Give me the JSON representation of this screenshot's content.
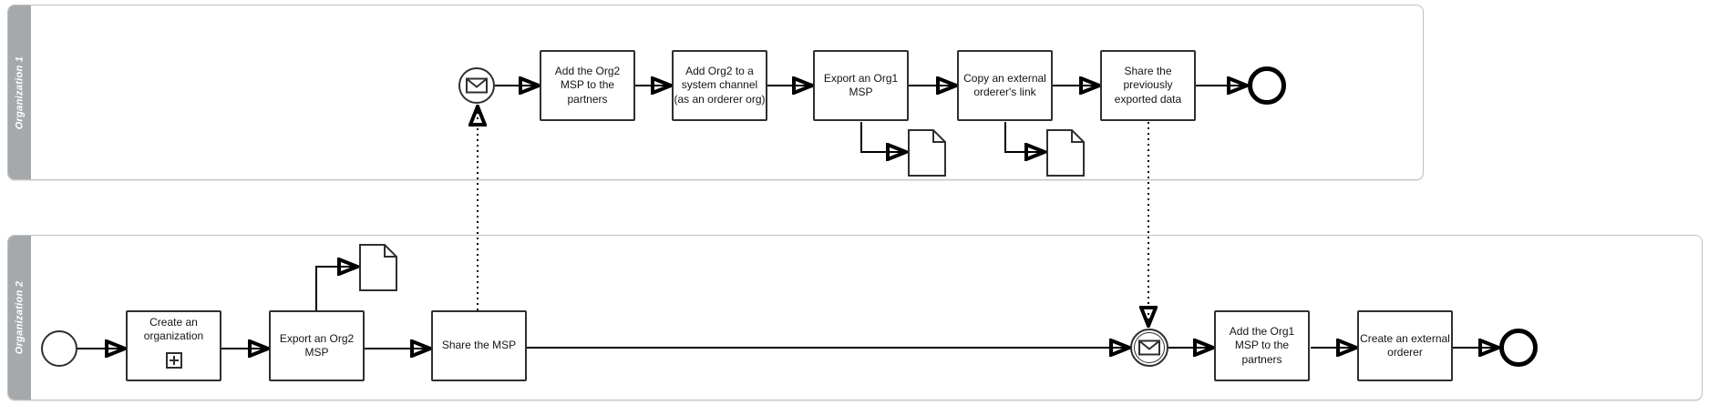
{
  "diagram_type": "BPMN collaboration diagram",
  "lanes": [
    {
      "label": "Organization 1"
    },
    {
      "label": "Organization 2"
    }
  ],
  "tasks": [
    {
      "id": "add-org2-msp",
      "lane": "Organization 1",
      "label": "Add the Org2\nMSP to the\npartners"
    },
    {
      "id": "add-org2-system-channel",
      "lane": "Organization 1",
      "label": "Add Org2 to a\nsystem channel\n(as an orderer org)"
    },
    {
      "id": "export-org1-msp",
      "lane": "Organization 1",
      "label": "Export an Org1\nMSP"
    },
    {
      "id": "copy-external-orderer-link",
      "lane": "Organization 1",
      "label": "Copy an external\norderer's link"
    },
    {
      "id": "share-exported-data",
      "lane": "Organization 1",
      "label": "Share the\npreviously\nexported data"
    },
    {
      "id": "create-organization",
      "lane": "Organization 2",
      "label": "Create an\norganization",
      "marker": "collapsed-subprocess-plus"
    },
    {
      "id": "export-org2-msp",
      "lane": "Organization 2",
      "label": "Export an Org2\nMSP"
    },
    {
      "id": "share-msp",
      "lane": "Organization 2",
      "label": "Share the MSP"
    },
    {
      "id": "add-org1-msp",
      "lane": "Organization 2",
      "label": "Add the Org1\nMSP to the\npartners"
    },
    {
      "id": "create-external-orderer",
      "lane": "Organization 2",
      "label": "Create an external\norderer"
    }
  ],
  "events": [
    {
      "id": "org1-message-start",
      "type": "message start event",
      "icon": "envelope"
    },
    {
      "id": "org1-end",
      "type": "end event"
    },
    {
      "id": "org2-start",
      "type": "start event"
    },
    {
      "id": "org2-message-catch",
      "type": "intermediate message catch event",
      "icon": "envelope"
    },
    {
      "id": "org2-end",
      "type": "end event"
    }
  ],
  "data_objects": [
    {
      "id": "data-object-org1-msp",
      "from": "export-org1-msp"
    },
    {
      "id": "data-object-orderer-link",
      "from": "copy-external-orderer-link"
    },
    {
      "id": "data-object-org2-msp",
      "from": "export-org2-msp"
    }
  ],
  "flows": {
    "sequence": [
      "org1-message-start > add-org2-msp",
      "add-org2-msp > add-org2-system-channel",
      "add-org2-system-channel > export-org1-msp",
      "export-org1-msp > copy-external-orderer-link",
      "copy-external-orderer-link > share-exported-data",
      "share-exported-data > org1-end",
      "org2-start > create-organization",
      "create-organization > export-org2-msp",
      "export-org2-msp > share-msp",
      "share-msp > org2-message-catch",
      "org2-message-catch > add-org1-msp",
      "add-org1-msp > create-external-orderer",
      "create-external-orderer > org2-end"
    ],
    "message": [
      "share-msp > org1-message-start",
      "share-exported-data > org2-message-catch"
    ]
  },
  "icons": {
    "message": "envelope",
    "subprocess_marker": "plus",
    "data_object": "document"
  },
  "colors": {
    "lane_header": "#a6a9ab",
    "pool_border": "#c0c1c3",
    "shape_stroke": "#2f2f2f",
    "flow_stroke": "#000000",
    "lane_label_text": "#ffffff",
    "label_text": "#141414",
    "canvas_bg": "#ffffff"
  }
}
